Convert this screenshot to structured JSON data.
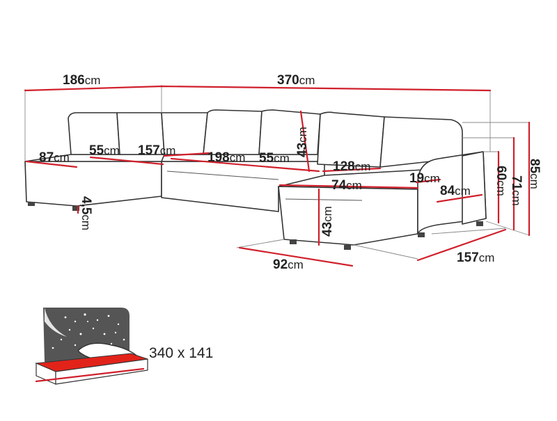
{
  "dimensions": {
    "overall_width": "370",
    "left_section_width": "186",
    "left_chaise_depth": "87",
    "left_seat_depth": "55",
    "left_back_length": "157",
    "center_back_length": "198",
    "center_seat_depth": "55",
    "backrest_height": "43",
    "right_back_length": "128",
    "chaise_width": "74",
    "armrest_width": "19",
    "armrest_length": "84",
    "leg_height": "4,5",
    "seat_height": "43",
    "height_60": "60",
    "height_71": "71",
    "total_height": "85",
    "chaise_length": "92",
    "right_depth": "157",
    "unit": "cm"
  },
  "bed": {
    "size_label": "340 x 141"
  },
  "colors": {
    "dimension_line": "#d0202c",
    "outline": "#333333",
    "mattress": "#e2231a",
    "night_panel": "#555555"
  },
  "icons": {
    "bed_function": "sleeping-function-icon"
  }
}
